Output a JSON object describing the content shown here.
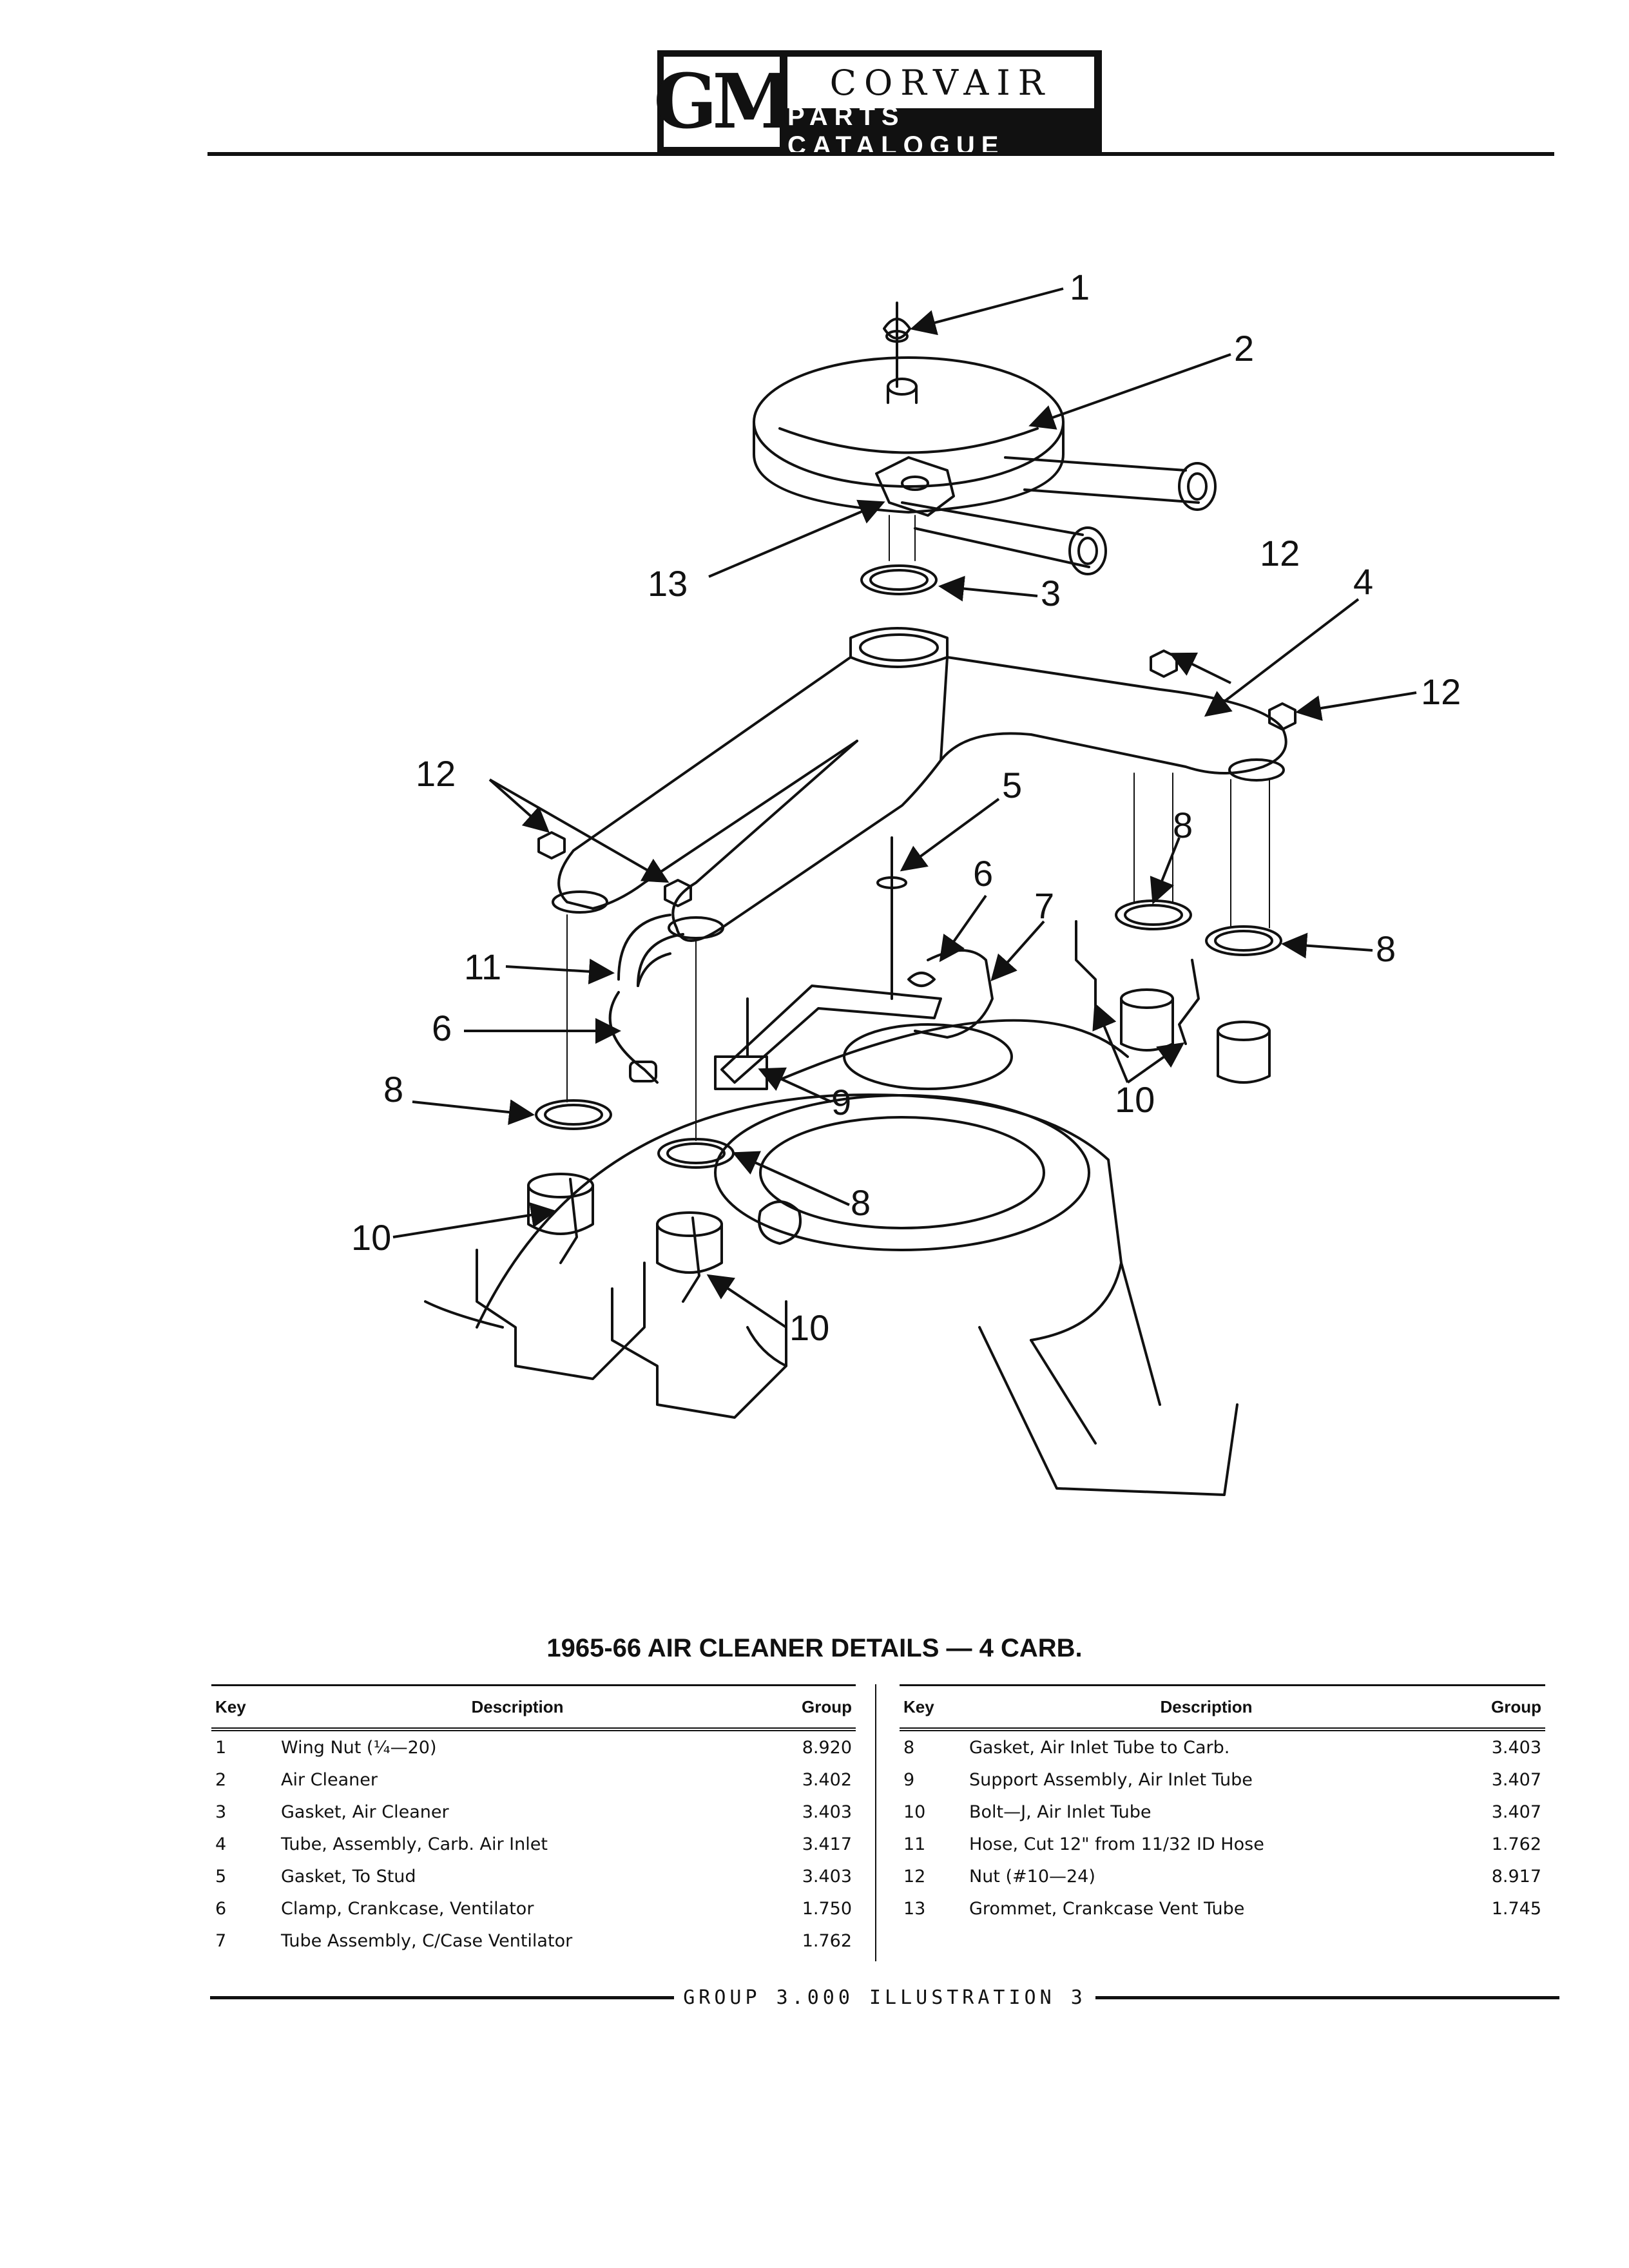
{
  "header": {
    "logo": "GM",
    "brand": "CORVAIR",
    "subtitle": "PARTS CATALOGUE"
  },
  "diagram": {
    "callouts": [
      "1",
      "2",
      "3",
      "4",
      "5",
      "6",
      "7",
      "8",
      "9",
      "10",
      "11",
      "12",
      "13"
    ]
  },
  "table": {
    "title": "1965-66 AIR CLEANER DETAILS — 4 CARB.",
    "headers": {
      "key": "Key",
      "description": "Description",
      "group": "Group"
    },
    "left_rows": [
      {
        "key": "1",
        "description": "Wing Nut (¼—20)",
        "group": "8.920"
      },
      {
        "key": "2",
        "description": "Air Cleaner",
        "group": "3.402"
      },
      {
        "key": "3",
        "description": "Gasket, Air Cleaner",
        "group": "3.403"
      },
      {
        "key": "4",
        "description": "Tube, Assembly, Carb. Air Inlet",
        "group": "3.417"
      },
      {
        "key": "5",
        "description": "Gasket, To Stud",
        "group": "3.403"
      },
      {
        "key": "6",
        "description": "Clamp, Crankcase, Ventilator",
        "group": "1.750"
      },
      {
        "key": "7",
        "description": "Tube Assembly, C/Case Ventilator",
        "group": "1.762"
      }
    ],
    "right_rows": [
      {
        "key": "8",
        "description": "Gasket, Air Inlet Tube to Carb.",
        "group": "3.403"
      },
      {
        "key": "9",
        "description": "Support Assembly, Air Inlet Tube",
        "group": "3.407"
      },
      {
        "key": "10",
        "description": "Bolt—J, Air Inlet Tube",
        "group": "3.407"
      },
      {
        "key": "11",
        "description": "Hose, Cut 12\" from 11/32 ID Hose",
        "group": "1.762"
      },
      {
        "key": "12",
        "description": "Nut (#10—24)",
        "group": "8.917"
      },
      {
        "key": "13",
        "description": "Grommet, Crankcase Vent Tube",
        "group": "1.745"
      }
    ]
  },
  "footer": {
    "text": "GROUP 3.000 ILLUSTRATION 3"
  }
}
